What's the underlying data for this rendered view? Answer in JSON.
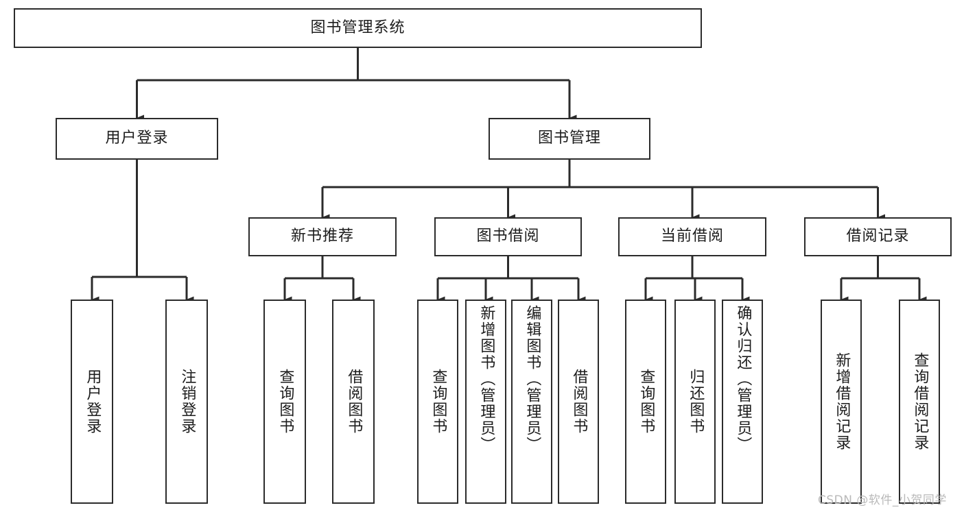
{
  "diagram": {
    "type": "tree-hierarchy-chart",
    "title": "图书管理系统",
    "background_color": "#ffffff",
    "line_color": "#2b2b2b",
    "text_color": "#1c1c1c",
    "root": {
      "id": "root",
      "label": "图书管理系统",
      "orientation": "horizontal"
    },
    "level1": [
      {
        "id": "user-login",
        "label": "用户登录",
        "orientation": "horizontal"
      },
      {
        "id": "book-manage",
        "label": "图书管理",
        "orientation": "horizontal"
      }
    ],
    "level2": [
      {
        "id": "new-book-recommend",
        "label": "新书推荐",
        "orientation": "horizontal",
        "parent": "book-manage"
      },
      {
        "id": "book-borrow",
        "label": "图书借阅",
        "orientation": "horizontal",
        "parent": "book-manage"
      },
      {
        "id": "current-borrow",
        "label": "当前借阅",
        "orientation": "horizontal",
        "parent": "book-manage"
      },
      {
        "id": "borrow-record",
        "label": "借阅记录",
        "orientation": "horizontal",
        "parent": "book-manage"
      }
    ],
    "leaves": [
      {
        "id": "leaf-user-login",
        "label": "用户登录",
        "orientation": "vertical",
        "parent": "user-login"
      },
      {
        "id": "leaf-logout",
        "label": "注销登录",
        "orientation": "vertical",
        "parent": "user-login"
      },
      {
        "id": "leaf-query-book-1",
        "label": "查询图书",
        "orientation": "vertical",
        "parent": "new-book-recommend"
      },
      {
        "id": "leaf-borrow-book-1",
        "label": "借阅图书",
        "orientation": "vertical",
        "parent": "new-book-recommend"
      },
      {
        "id": "leaf-query-book-2",
        "label": "查询图书",
        "orientation": "vertical",
        "parent": "book-borrow"
      },
      {
        "id": "leaf-add-book",
        "label": "新增图书（管理员）",
        "orientation": "vertical",
        "parent": "book-borrow"
      },
      {
        "id": "leaf-edit-book",
        "label": "编辑图书（管理员）",
        "orientation": "vertical",
        "parent": "book-borrow"
      },
      {
        "id": "leaf-borrow-book-2",
        "label": "借阅图书",
        "orientation": "vertical",
        "parent": "book-borrow"
      },
      {
        "id": "leaf-query-book-3",
        "label": "查询图书",
        "orientation": "vertical",
        "parent": "current-borrow"
      },
      {
        "id": "leaf-return-book",
        "label": "归还图书",
        "orientation": "vertical",
        "parent": "current-borrow"
      },
      {
        "id": "leaf-confirm-return",
        "label": "确认归还（管理员）",
        "orientation": "vertical",
        "parent": "current-borrow"
      },
      {
        "id": "leaf-add-record",
        "label": "新增借阅记录",
        "orientation": "vertical",
        "parent": "borrow-record"
      },
      {
        "id": "leaf-query-record",
        "label": "查询借阅记录",
        "orientation": "vertical",
        "parent": "borrow-record"
      }
    ]
  },
  "watermark": {
    "text": "CSDN @软件_小贺同学",
    "color": "#b9b9b9"
  }
}
